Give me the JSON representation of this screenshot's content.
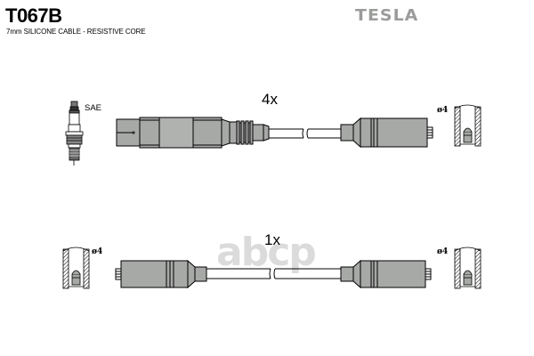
{
  "header": {
    "part_number": "T067B",
    "description": "7mm SILICONE CABLE - RESISTIVE CORE",
    "brand": "TESLA"
  },
  "watermark": "abcp",
  "top_set": {
    "quantity": "4x",
    "plug_standard": "SAE",
    "terminal_diameter": "ø4"
  },
  "bottom_set": {
    "quantity": "1x",
    "left_terminal_diameter": "ø4",
    "right_terminal_diameter": "ø4"
  },
  "colors": {
    "part_fill": "#a7a9a7",
    "part_fill_light": "#b3b5b3",
    "outline": "#000000",
    "brand_gray": "#9a9c9a"
  }
}
